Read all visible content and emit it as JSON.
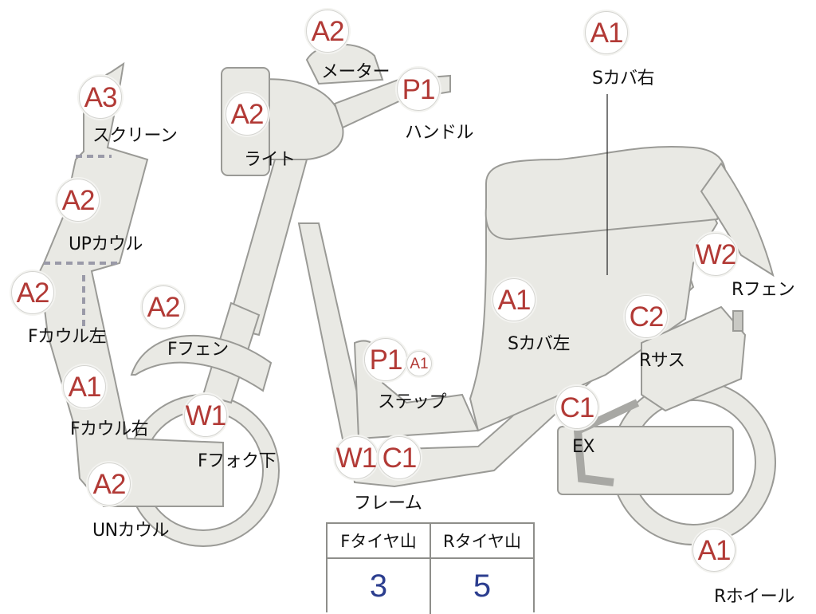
{
  "parts": [
    {
      "id": "meter",
      "code": "A2",
      "label": "メーター"
    },
    {
      "id": "handle",
      "code": "P1",
      "label": "ハンドル"
    },
    {
      "id": "light",
      "code": "A2",
      "label": "ライト"
    },
    {
      "id": "screen",
      "code": "A3",
      "label": "スクリーン"
    },
    {
      "id": "up_cowl",
      "code": "A2",
      "label": "UPカウル"
    },
    {
      "id": "f_cowl_left",
      "code": "A2",
      "label": "Fカウル左"
    },
    {
      "id": "f_fender",
      "code": "A2",
      "label": "Fフェン"
    },
    {
      "id": "f_cowl_right",
      "code": "A1",
      "label": "Fカウル右"
    },
    {
      "id": "f_fork_lower",
      "code": "W1",
      "label": "Fフォク下"
    },
    {
      "id": "un_cowl",
      "code": "A2",
      "label": "UNカウル"
    },
    {
      "id": "step",
      "code": "P1",
      "extra_code": "A1",
      "label": "ステップ"
    },
    {
      "id": "frame",
      "code": "W1",
      "extra_code": "C1",
      "label": "フレーム"
    },
    {
      "id": "s_cover_left",
      "code": "A1",
      "label": "Sカバ左"
    },
    {
      "id": "s_cover_right",
      "code": "A1",
      "label": "Sカバ右"
    },
    {
      "id": "r_fender",
      "code": "W2",
      "label": "Rフェン"
    },
    {
      "id": "r_sus",
      "code": "C2",
      "label": "Rサス"
    },
    {
      "id": "ex",
      "code": "C1",
      "label": "EX"
    },
    {
      "id": "r_wheel",
      "code": "A1",
      "label": "Rホイール"
    }
  ],
  "tire_table": {
    "headers": [
      "Fタイヤ山",
      "Rタイヤ山"
    ],
    "values": [
      "3",
      "5"
    ]
  },
  "colors": {
    "part_fill": "#e9e9e4",
    "outline": "#9a9a96",
    "badge_text": "#b23a36",
    "table_value": "#2c3e8f"
  }
}
